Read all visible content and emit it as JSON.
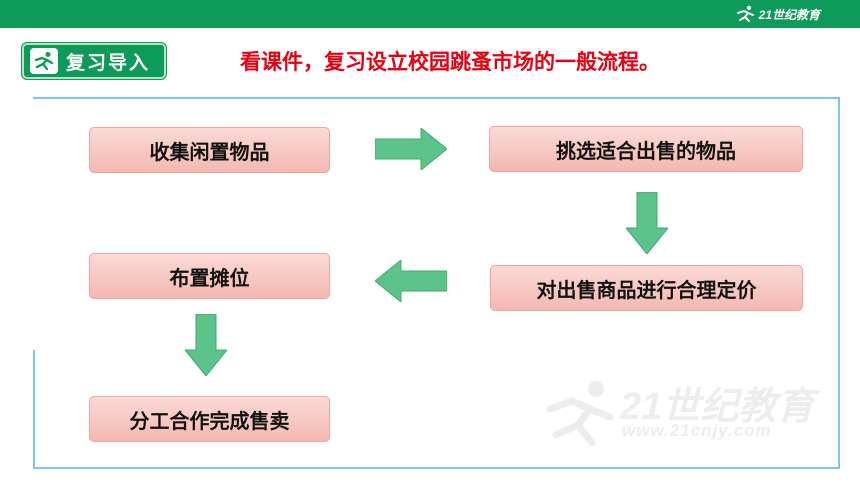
{
  "header": {
    "brand_text": "21世纪教育",
    "brand_icon": "runner-logo-icon",
    "bar_color": "#0e9a59"
  },
  "badge": {
    "label": "复习导入",
    "icon": "runner-icon"
  },
  "heading": "看课件，复习设立校园跳蚤市场的一般流程。",
  "flow": {
    "step1": "收集闲置物品",
    "step2": "挑选适合出售的物品",
    "step3": "对出售商品进行合理定价",
    "step4": "布置摊位",
    "step5": "分工合作完成售卖"
  },
  "watermark": {
    "main": "21世纪教育",
    "sub": "www.21cnjy.com"
  },
  "colors": {
    "accent_green": "#0e9a59",
    "heading_red": "#e60012",
    "box_fill": "#f4b8b1",
    "arrow_green": "#5cc48a",
    "frame_blue": "#7fc4ec"
  }
}
